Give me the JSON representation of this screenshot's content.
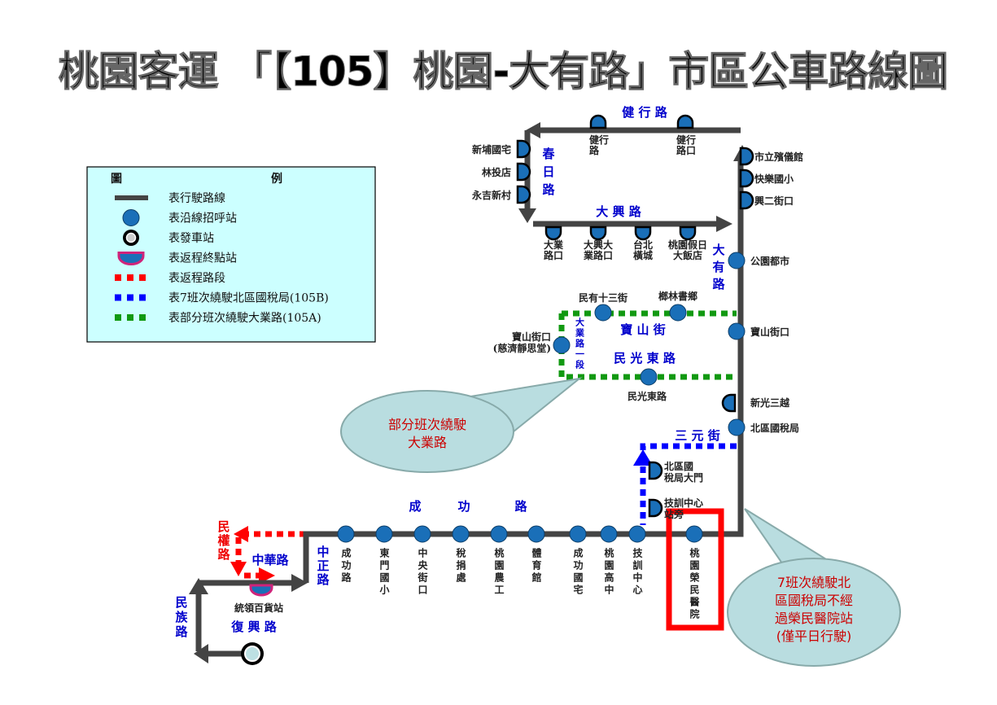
{
  "title": "桃園客運 「【105】桃園-大有路」市區公車路線圖",
  "legend": {
    "header_left": "圖",
    "header_right": "例",
    "items": [
      {
        "icon": "route-line",
        "label": "表行駛路線"
      },
      {
        "icon": "stop-circle",
        "label": "表沿線招呼站"
      },
      {
        "icon": "terminal-ring",
        "label": "表發車站"
      },
      {
        "icon": "return-terminal-bowl",
        "label": "表返程終點站"
      },
      {
        "icon": "red-dotted-line",
        "label": "表返程路段"
      },
      {
        "icon": "blue-dotted-line",
        "label": "表7班次繞駛北區國稅局(105B)"
      },
      {
        "icon": "green-dotted-line",
        "label": "表部分班次繞駛大業路(105A)"
      }
    ]
  },
  "roads": {
    "jianxing": "健 行 路",
    "chunri": "春日路",
    "daxing": "大 興 路",
    "dayou": "大有路",
    "baoshan": "寶 山 街",
    "minguang_east": "民 光 東 路",
    "sanyuan": "三 元 街",
    "chenggong": [
      "成",
      "功",
      "路"
    ],
    "zhongzheng": "中正路",
    "zhonghua": "中華路",
    "minquan": "民權路",
    "minzu": "民族路",
    "fuxing": "復 興 路",
    "daye_sec1": "大業路一段"
  },
  "stops": {
    "main_line": [
      "成功路",
      "東門國小",
      "中央街口",
      "稅捐處",
      "桃園農工",
      "體育館",
      "成功國宅",
      "桃園高中",
      "技訓中心",
      "桃園榮民醫院"
    ],
    "right_line": [
      "公園都市",
      "寶山街口",
      "北區國稅局"
    ],
    "right_return": [
      "市立殯儀館",
      "快樂國小",
      "興二街口"
    ],
    "xinguang": "新光三越",
    "top": [
      [
        "健行",
        "路"
      ],
      [
        "健行",
        "路口"
      ]
    ],
    "left": [
      "新埔國宅",
      "林投店",
      "永吉新村"
    ],
    "daxing": [
      [
        "大業",
        "路口"
      ],
      [
        "大興大",
        "業路口"
      ],
      [
        "台北",
        "橫城"
      ],
      [
        "桃園假日",
        "大飯店"
      ]
    ],
    "green": [
      "民有十三街",
      "榔林書鄉",
      "民光東路"
    ],
    "green_left": [
      "寶山街口",
      "(慈濟靜思堂)"
    ],
    "blue": [
      [
        "北區國",
        "稅局大門"
      ],
      [
        "技訓中心",
        "站旁"
      ]
    ],
    "return_terminal": "統領百貨站"
  },
  "callouts": {
    "daye": [
      "部分班次繞駛",
      "大業路"
    ],
    "tax": [
      "7班次繞駛北",
      "區國稅局不經",
      "過榮民醫院站",
      "(僅平日行駛)"
    ]
  },
  "colors": {
    "route": "#444444",
    "stop": "#1a6fb8",
    "legend_bg": "#ccffff",
    "callout_bg": "#b9dde0",
    "road_label": "#0000cc",
    "red": "#ff0000",
    "blue_dot": "#0000ff",
    "green_dot": "#119911",
    "magenta": "#d0237a"
  }
}
